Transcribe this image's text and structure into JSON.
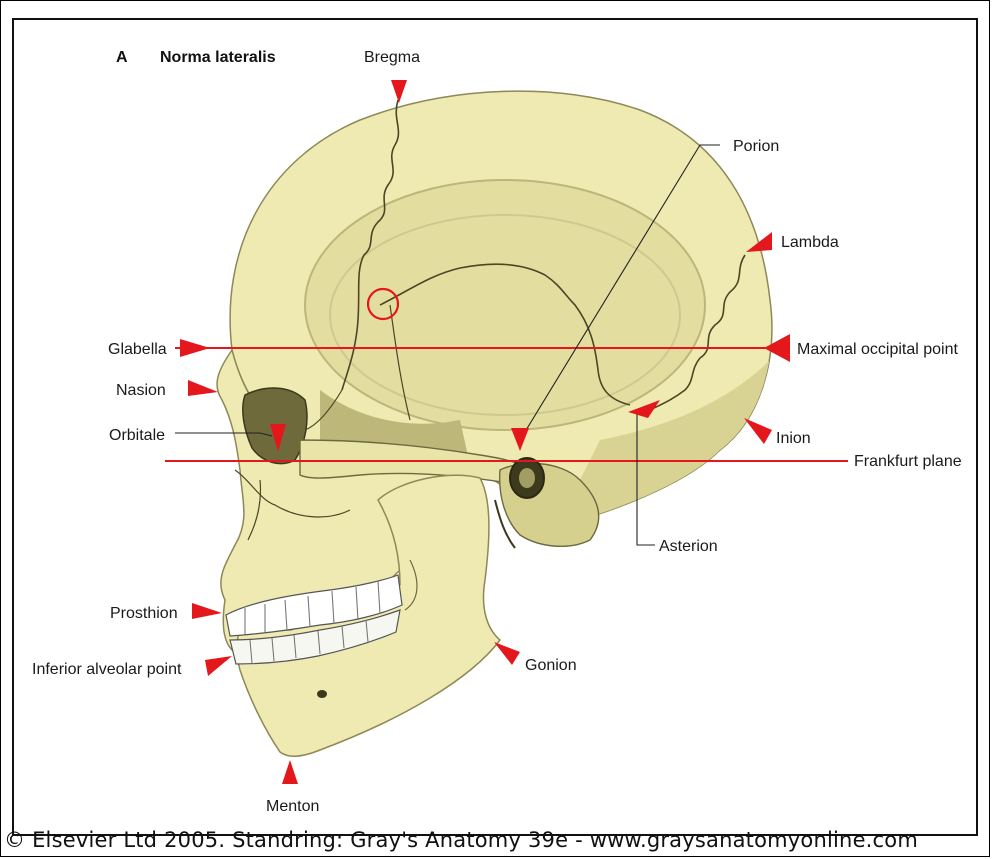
{
  "figure": {
    "panel_letter": "A",
    "panel_title": "Norma lateralis",
    "labels": {
      "bregma": "Bregma",
      "porion": "Porion",
      "lambda": "Lambda",
      "glabella": "Glabella",
      "maximal_occipital_point": "Maximal occipital point",
      "nasion": "Nasion",
      "orbitale": "Orbitale",
      "inion": "Inion",
      "frankfurt_plane": "Frankfurt plane",
      "asterion": "Asterion",
      "prosthion": "Prosthion",
      "inferior_alveolar_point": "Inferior alveolar point",
      "gonion": "Gonion",
      "menton": "Menton"
    },
    "colors": {
      "bone": "#eeeab2",
      "bone_shadow": "#c9c388",
      "pointer": "#e3171c",
      "plane_line": "#e3171c"
    }
  },
  "copyright": "© Elsevier Ltd 2005. Standring: Gray's Anatomy 39e - www.graysanatomyonline.com"
}
